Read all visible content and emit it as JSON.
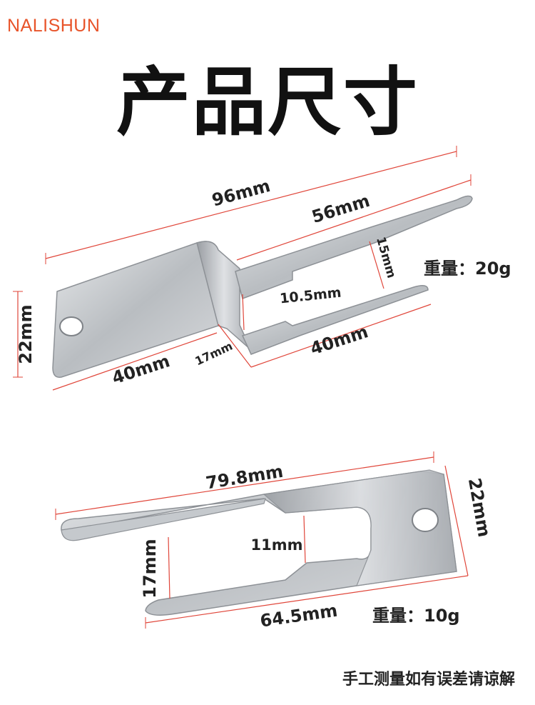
{
  "brand": "NALISHUN",
  "title": "产品尺寸",
  "top_view": {
    "weight": "重量：20g",
    "dims": {
      "total": "96mm",
      "arm": "56mm",
      "gap_h": "15mm",
      "slot": "10.5mm",
      "base": "40mm",
      "bend": "17mm",
      "fork": "40mm",
      "width": "22mm"
    }
  },
  "bottom_view": {
    "weight": "重量：10g",
    "dims": {
      "total": "79.8mm",
      "width": "22mm",
      "slot": "11mm",
      "height": "17mm",
      "fork": "64.5mm"
    }
  },
  "note": "手工测量如有误差请谅解",
  "colors": {
    "brand": "#e8542a",
    "dimension_line": "#e0463a",
    "metal": "#c8ccd0"
  }
}
